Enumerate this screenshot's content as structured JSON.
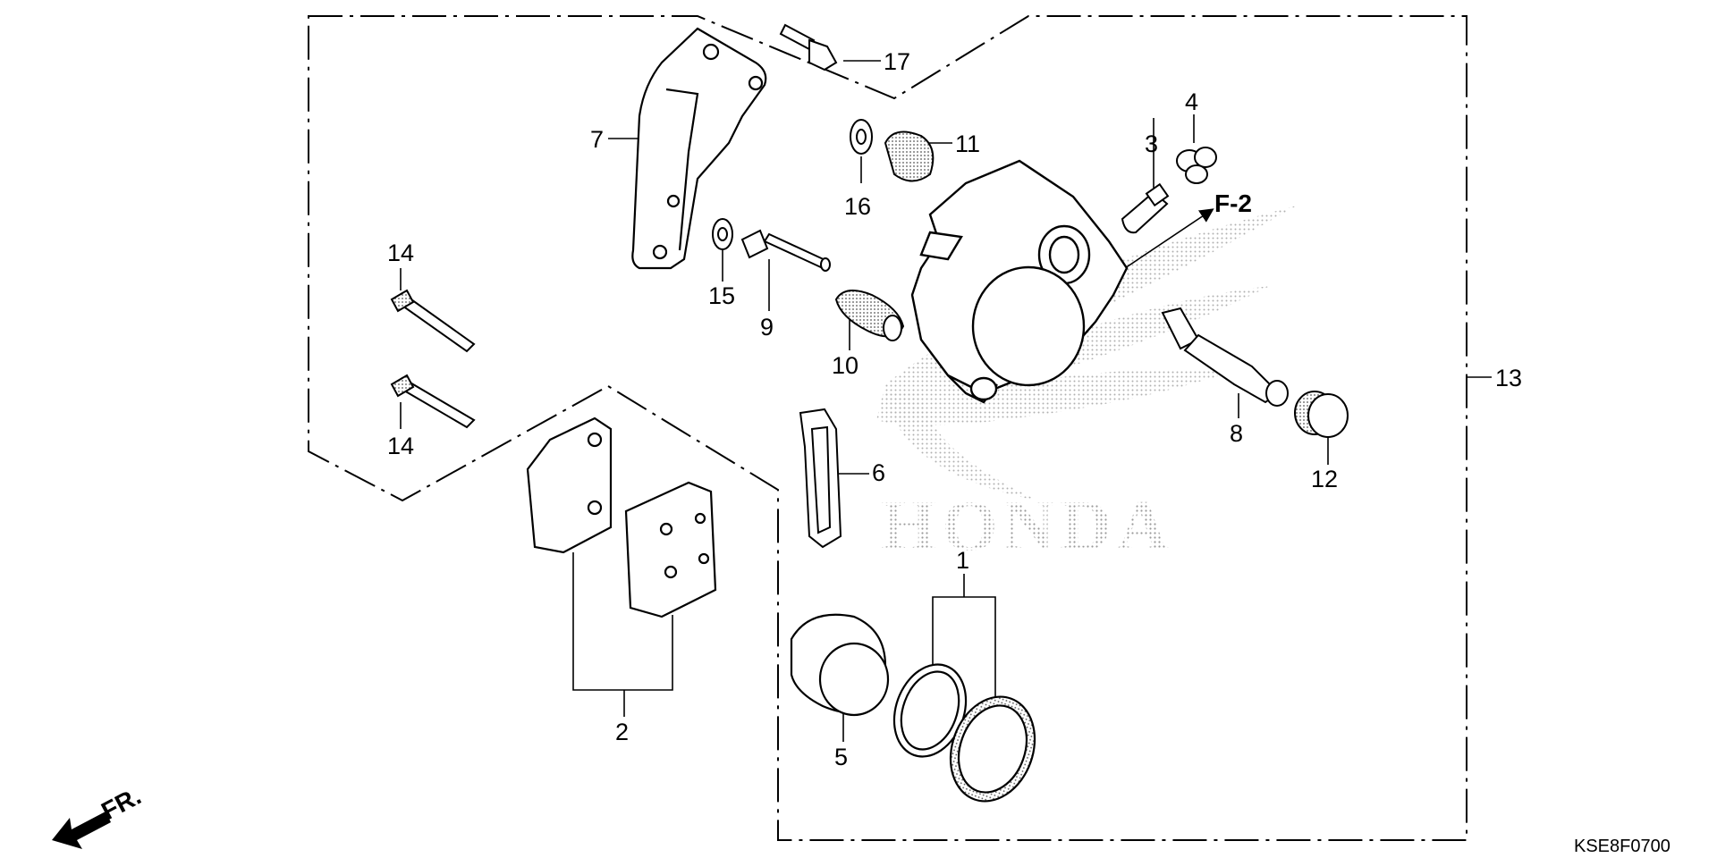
{
  "diagram": {
    "watermark_text": "HONDA",
    "direction_arrow_label": "F-2",
    "front_arrow_label": "FR.",
    "diagram_code": "KSE8F0700",
    "callouts": [
      {
        "id": "1",
        "label": "1"
      },
      {
        "id": "2",
        "label": "2"
      },
      {
        "id": "3",
        "label": "3"
      },
      {
        "id": "4",
        "label": "4"
      },
      {
        "id": "5",
        "label": "5"
      },
      {
        "id": "6",
        "label": "6"
      },
      {
        "id": "7",
        "label": "7"
      },
      {
        "id": "8",
        "label": "8"
      },
      {
        "id": "9",
        "label": "9"
      },
      {
        "id": "10",
        "label": "10"
      },
      {
        "id": "11",
        "label": "11"
      },
      {
        "id": "12",
        "label": "12"
      },
      {
        "id": "13",
        "label": "13"
      },
      {
        "id": "14a",
        "label": "14"
      },
      {
        "id": "14b",
        "label": "14"
      },
      {
        "id": "15",
        "label": "15"
      },
      {
        "id": "16",
        "label": "16"
      },
      {
        "id": "17",
        "label": "17"
      }
    ]
  }
}
